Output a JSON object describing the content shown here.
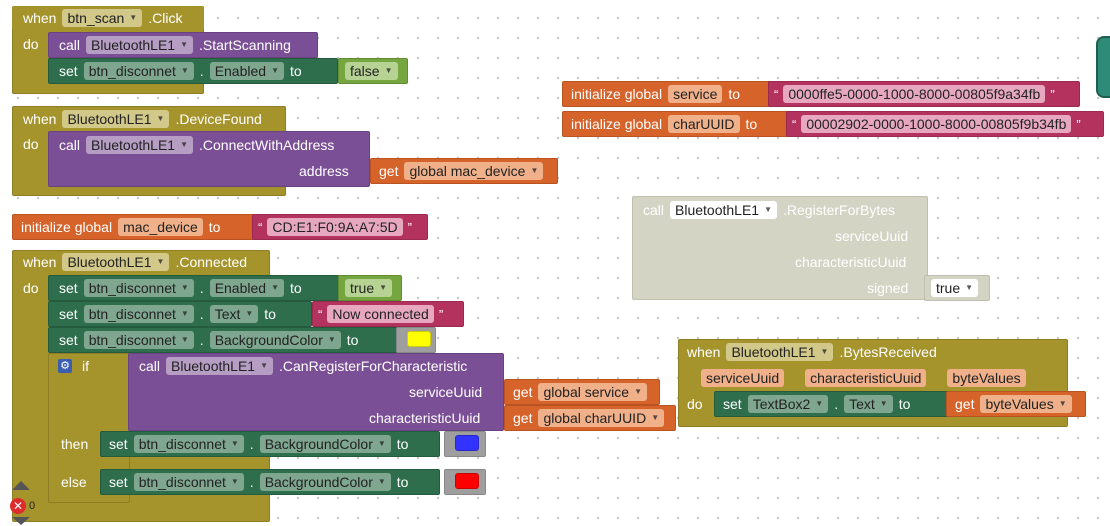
{
  "kw": {
    "when": "when",
    "do": "do",
    "call": "call",
    "set": "set",
    "to": "to",
    "get": "get",
    "if": "if",
    "then": "then",
    "else": "else",
    "init": "initialize global",
    "address": "address",
    "serviceUuid": "serviceUuid",
    "characteristicUuid": "characteristicUuid",
    "signed": "signed",
    "dot": "."
  },
  "b1": {
    "component": "btn_scan",
    "event": ".Click",
    "call_component": "BluetoothLE1",
    "call_method": ".StartScanning",
    "set_component": "btn_disconnet",
    "set_prop": "Enabled",
    "value": "false"
  },
  "b2": {
    "component": "BluetoothLE1",
    "event": ".DeviceFound",
    "call_component": "BluetoothLE1",
    "call_method": ".ConnectWithAddress",
    "get_var": "global mac_device"
  },
  "b3": {
    "name": "mac_device",
    "value": "CD:E1:F0:9A:A7:5D"
  },
  "b4": {
    "component": "BluetoothLE1",
    "event": ".Connected",
    "s1": {
      "component": "btn_disconnet",
      "prop": "Enabled",
      "value": "true"
    },
    "s2": {
      "component": "btn_disconnet",
      "prop": "Text",
      "value": "Now connected"
    },
    "s3": {
      "component": "btn_disconnet",
      "prop": "BackgroundColor",
      "color": "#ffff00"
    },
    "if_component": "BluetoothLE1",
    "if_method": ".CanRegisterForCharacteristic",
    "get_service": "global service",
    "get_char": "global charUUID",
    "then_set": {
      "component": "btn_disconnet",
      "prop": "BackgroundColor",
      "color": "#3333ff"
    },
    "else_set": {
      "component": "btn_disconnet",
      "prop": "BackgroundColor",
      "color": "#ff0000"
    }
  },
  "b5": {
    "name": "service",
    "value": "0000ffe5-0000-1000-8000-00805f9a34fb"
  },
  "b6": {
    "name": "charUUID",
    "value": "00002902-0000-1000-8000-00805f9b34fb"
  },
  "b7": {
    "component": "BluetoothLE1",
    "method": ".RegisterForBytes",
    "signed": "true"
  },
  "b8": {
    "component": "BluetoothLE1",
    "event": ".BytesReceived",
    "params": [
      "serviceUuid",
      "characteristicUuid",
      "byteValues"
    ],
    "set_component": "TextBox2",
    "set_prop": "Text",
    "get_var": "byteValues"
  },
  "warnings": {
    "errors": "0"
  },
  "colors": {
    "control": "#a5932c",
    "procedure": "#7b4f95",
    "component": "#2e6e4c",
    "logic": "#76a63f",
    "variable": "#d6632a",
    "text": "#b4325e",
    "disabled": "#d4d4c5"
  }
}
